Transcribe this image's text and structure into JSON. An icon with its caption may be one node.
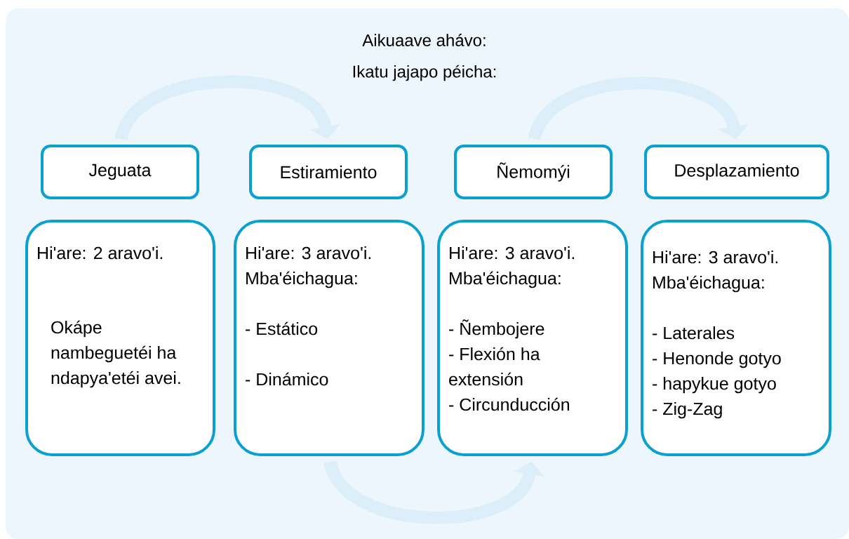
{
  "diagram": {
    "title": "Aikuaave ahávo:",
    "nodes": [
      {
        "text": [
          "Jeguata"
        ]
      },
      {
        "text": [
          "Estiramiento"
        ]
      },
      {
        "text": [
          "Ñemomýi"
        ]
      },
      {
        "text": [
          "Desplazamiento"
        ]
      },
      {
        "text": [
          "Hi'are: 2 aravo'i.",
          "Okápe nambeguetéi ha ndapya'etéi avei."
        ]
      },
      {
        "text": [
          "Hi'are: 3 aravo'i.",
          "Mba'éichagua:",
          "- Estático",
          "- Dinámico"
        ]
      },
      {
        "text": [
          "Hi'are: 3 aravo'i.",
          "Mba'éichagua:",
          "- Ñembojere",
          "- Flexión ha extensión",
          "- Circunducción"
        ]
      },
      {
        "text": [
          "Hi'are: 3 aravo'i.",
          "Mba'éichagua:",
          "- Laterales",
          "- Henonde gotyo",
          "- hapykue gotyo",
          "- Zig-Zag"
        ]
      }
    ],
    "edges": [
      {
        "from": 0,
        "to": 1,
        "arrow": "to"
      },
      {
        "from": 2,
        "to": 3,
        "arrow": "to"
      },
      {
        "from": 5,
        "to": 6,
        "arrow": "to"
      }
    ],
    "labels": [
      "Ikatu jajapo péicha:"
    ]
  }
}
